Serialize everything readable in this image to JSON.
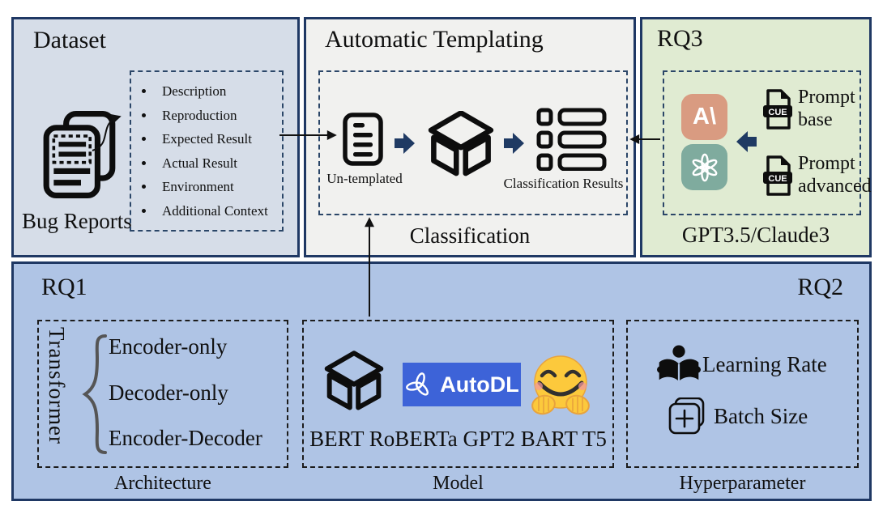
{
  "colors": {
    "dataset_bg": "#d6dde8",
    "templating_bg": "#f1f1ef",
    "rq3_bg": "#e0ebd2",
    "bottom_bg": "#afc4e5",
    "panel_border": "#1f3864",
    "fat_arrow": "#1f3a63",
    "autodl_blue": "#3d63d8",
    "claude_salmon": "#d99b81",
    "openai_teal": "#7fab9e"
  },
  "dataset": {
    "title": "Dataset",
    "icon_caption": "Bug Reports",
    "fields": [
      "Description",
      "Reproduction",
      "Expected Result",
      "Actual Result",
      "Environment",
      "Additional Context"
    ]
  },
  "templating": {
    "title": "Automatic Templating",
    "input_label": "Un-templated",
    "output_label": "Classification Results",
    "caption": "Classification"
  },
  "rq3": {
    "title": "RQ3",
    "claude_glyph": "A\\",
    "cue_label": "CUE",
    "prompts": [
      {
        "lines": [
          "Prompt",
          "base"
        ]
      },
      {
        "lines": [
          "Prompt",
          "advanced"
        ]
      }
    ],
    "caption": "GPT3.5/Claude3"
  },
  "rq1": {
    "title": "RQ1",
    "axis_label": "Transformer",
    "architectures": [
      "Encoder-only",
      "Decoder-only",
      "Encoder-Decoder"
    ],
    "caption": "Architecture"
  },
  "model": {
    "autodl_label": "AutoDL",
    "models": "BERT RoBERTa GPT2 BART T5",
    "caption": "Model"
  },
  "rq2": {
    "title": "RQ2",
    "items": [
      "Learning Rate",
      "Batch Size"
    ],
    "caption": "Hyperparameter"
  }
}
